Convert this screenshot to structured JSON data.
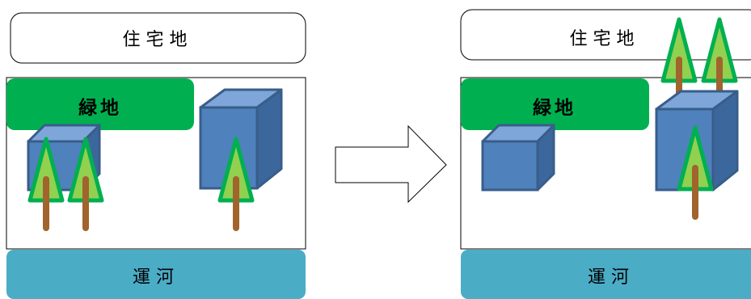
{
  "labels": {
    "residential": "住宅地",
    "green": "緑地",
    "canal": "運河"
  },
  "colors": {
    "green_zone": "#00b050",
    "canal": "#4bacc6",
    "building_front": "#4f81bd",
    "building_top": "#7ea6d8",
    "building_side": "#3c679c",
    "building_edge": "#385d8a",
    "tree_fill": "#92d050",
    "tree_edge": "#00b050",
    "trunk": "#a0642c",
    "frame": "#000000"
  }
}
